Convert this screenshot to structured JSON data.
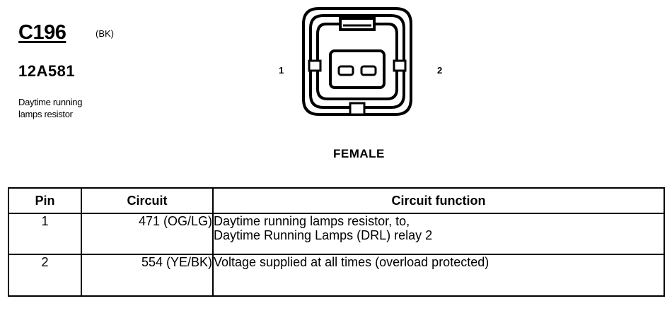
{
  "connector": {
    "id": "C196",
    "color_code": "(BK)",
    "part_number": "12A581",
    "description_line1": "Daytime running",
    "description_line2": "lamps resistor"
  },
  "diagram": {
    "pin_left": "1",
    "pin_right": "2",
    "gender": "FEMALE"
  },
  "table": {
    "headers": {
      "pin": "Pin",
      "circuit": "Circuit",
      "function": "Circuit function"
    },
    "rows": [
      {
        "pin": "1",
        "circuit": "471 (OG/LG)",
        "function_line1": "Daytime running lamps resistor, to,",
        "function_line2": "Daytime Running Lamps (DRL) relay 2"
      },
      {
        "pin": "2",
        "circuit": "554 (YE/BK)",
        "function_line1": "Voltage supplied at all times (overload protected)",
        "function_line2": ""
      }
    ]
  }
}
